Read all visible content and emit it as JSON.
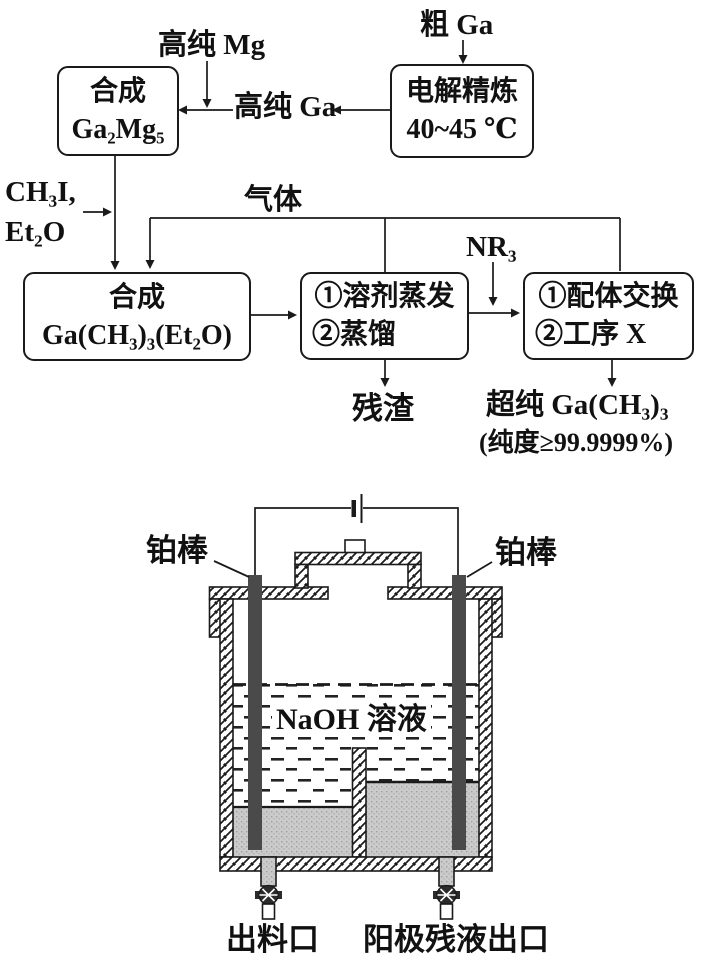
{
  "flowchart": {
    "inputs": {
      "crude_ga": "粗 Ga",
      "high_purity_mg": "高纯 Mg",
      "high_purity_ga": "高纯 Ga",
      "ch3i": "CH₃I,",
      "et2o": "Et₂O",
      "gas": "气体",
      "nr3": "NR₃"
    },
    "boxes": {
      "electrorefine": {
        "line1": "电解精炼",
        "line2": "40~45 ℃"
      },
      "synth_gamg": {
        "line1": "合成",
        "line2": "Ga₂Mg₅"
      },
      "synth_tmg": {
        "line1": "合成",
        "line2": "Ga(CH₃)₃(Et₂O)"
      },
      "evaporate": {
        "line1": "①溶剂蒸发",
        "line2": "②蒸馏"
      },
      "ligand_exchange": {
        "line1": "①配体交换",
        "line2": "②工序 X"
      }
    },
    "outputs": {
      "residue": "残渣",
      "product": "超纯 Ga(CH₃)₃",
      "purity": "(纯度≥99.9999%)"
    }
  },
  "apparatus": {
    "labels": {
      "left_electrode": "铂棒",
      "right_electrode": "铂棒",
      "solution": "NaOH 溶液",
      "left_outlet": "出料口",
      "right_outlet": "阳极残液出口"
    }
  },
  "colors": {
    "ink": "#1a1a1a",
    "electrode_gray": "#4a4a4a",
    "liquid_metal_gray": "#c9c9c9",
    "background": "#ffffff"
  }
}
